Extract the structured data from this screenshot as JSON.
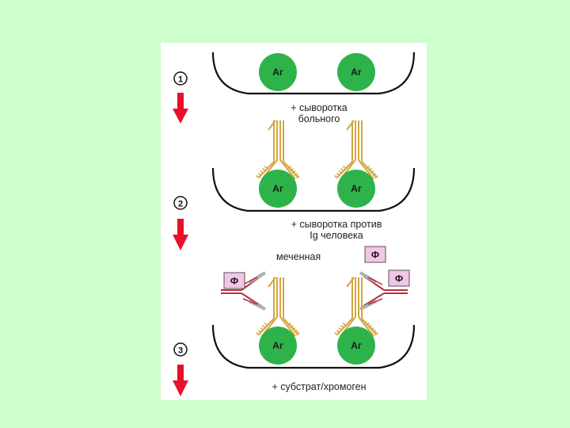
{
  "steps": [
    {
      "number": "1",
      "label_lines": [
        "+ сыворотка",
        "больного"
      ]
    },
    {
      "number": "2",
      "label_lines": [
        "+ сыворотка против",
        "Ig человека"
      ]
    },
    {
      "number": "3",
      "label_lines": [
        "+ субстрат/хромоген"
      ]
    }
  ],
  "antigen_label": "Аг",
  "labeled_text": "меченная",
  "enzyme_label": "Ф",
  "colors": {
    "background": "#ccffcc",
    "antigen": "#2db34a",
    "arrow": "#e8102a",
    "primary_antibody": "#d4a640",
    "secondary_antibody": "#b5303d",
    "enzyme_box": "#f2c6e6"
  }
}
